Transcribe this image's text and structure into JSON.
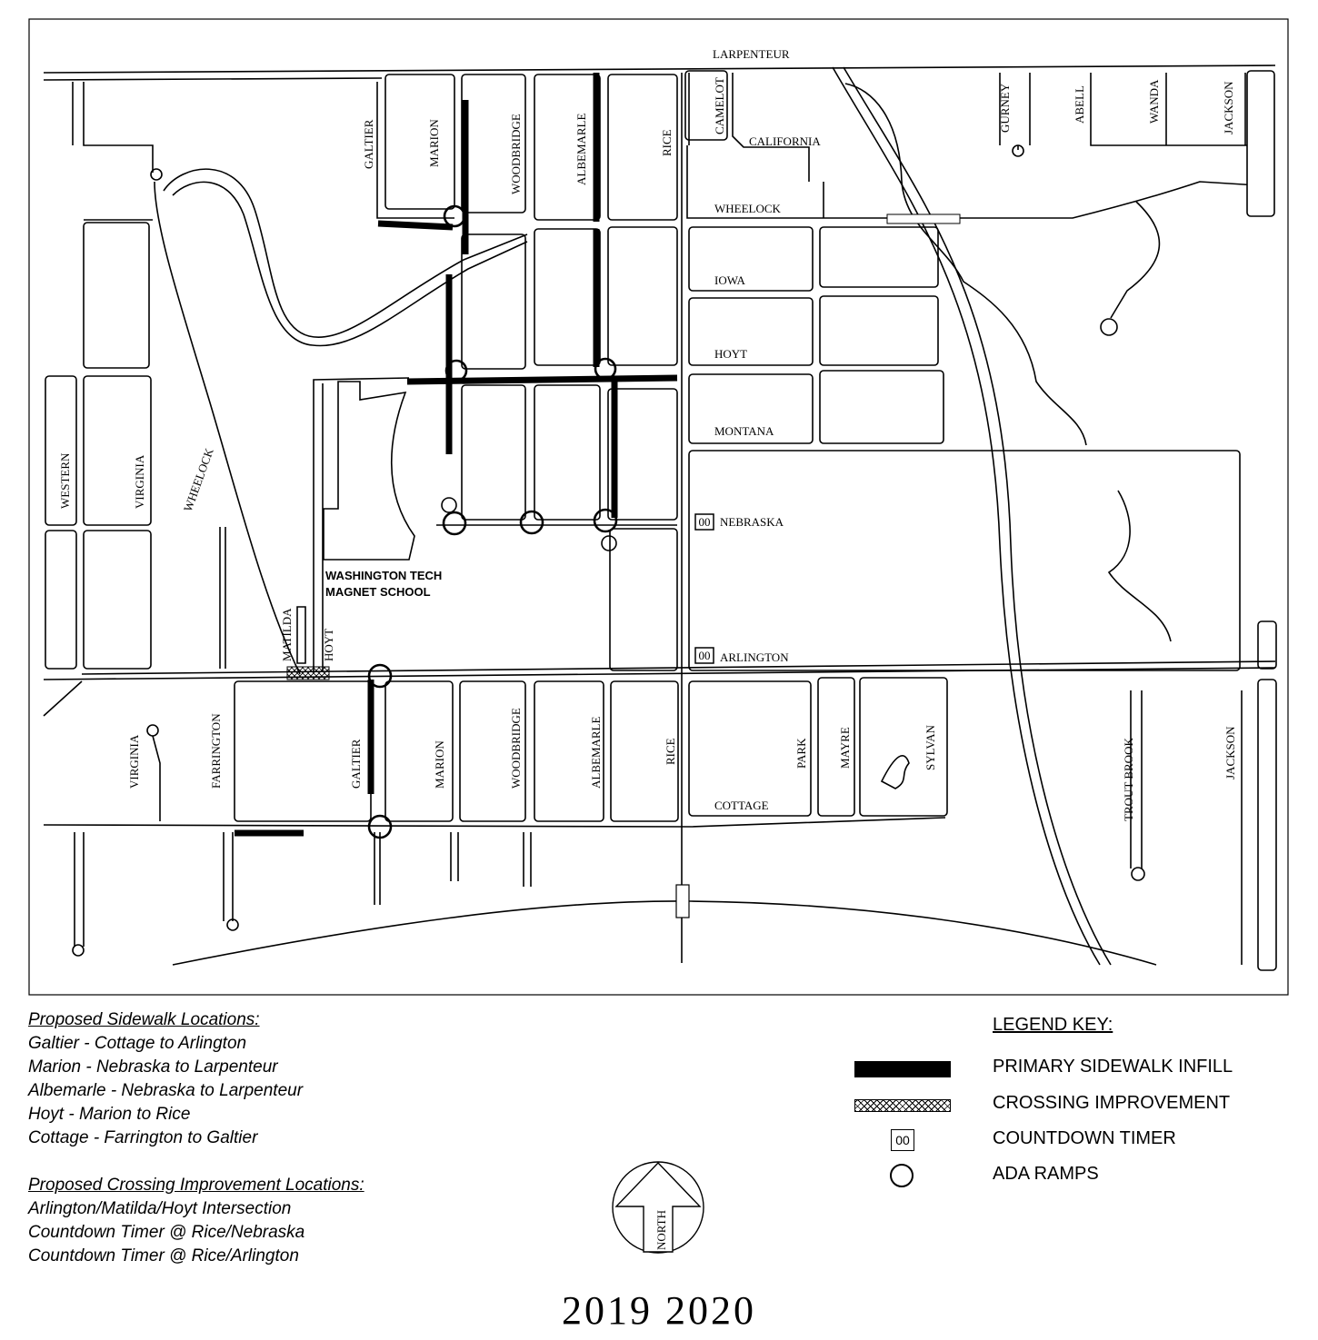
{
  "streets": {
    "larpenteur": "LARPENTEUR",
    "galtier_n": "GALTIER",
    "marion_n": "MARION",
    "woodbridge_n": "WOODBRIDGE",
    "albemarle_n": "ALBEMARLE",
    "rice_n": "RICE",
    "camelot": "CAMELOT",
    "california": "CALIFORNIA",
    "gurney": "GURNEY",
    "abell": "ABELL",
    "wanda": "WANDA",
    "jackson_n": "JACKSON",
    "wheelock_e": "WHEELOCK",
    "iowa": "IOWA",
    "hoyt_e": "HOYT",
    "montana": "MONTANA",
    "nebraska": "NEBRASKA",
    "arlington": "ARLINGTON",
    "western": "WESTERN",
    "virginia_n": "VIRGINIA",
    "wheelock_w": "WHEELOCK",
    "matilda": "MATILDA",
    "hoyt_s": "HOYT",
    "virginia_s": "VIRGINIA",
    "farrington": "FARRINGTON",
    "galtier_s": "GALTIER",
    "marion_s": "MARION",
    "woodbridge_s": "WOODBRIDGE",
    "albemarle_s": "ALBEMARLE",
    "rice_s": "RICE",
    "park": "PARK",
    "mayre": "MAYRE",
    "sylvan": "SYLVAN",
    "cottage": "COTTAGE",
    "trout_brook": "TROUT  BROOK",
    "jackson_s": "JACKSON"
  },
  "school": {
    "line1": "WASHINGTON TECH",
    "line2": "MAGNET SCHOOL"
  },
  "timer_symbol": "00",
  "notes": {
    "sidewalk_header": "Proposed Sidewalk Locations:",
    "sidewalks": [
      "Galtier - Cottage to Arlington",
      "Marion - Nebraska to Larpenteur",
      "Albemarle - Nebraska to Larpenteur",
      "Hoyt - Marion to Rice",
      "Cottage - Farrington to Galtier"
    ],
    "crossing_header": "Proposed Crossing Improvement Locations:",
    "crossings": [
      "Arlington/Matilda/Hoyt Intersection",
      "Countdown Timer @ Rice/Nebraska",
      "Countdown Timer @ Rice/Arlington"
    ]
  },
  "legend": {
    "title": "LEGEND KEY:",
    "items": [
      {
        "label": "PRIMARY SIDEWALK INFILL"
      },
      {
        "label": "CROSSING IMPROVEMENT"
      },
      {
        "label": "COUNTDOWN TIMER"
      },
      {
        "label": "ADA RAMPS"
      }
    ]
  },
  "north_label": "NORTH",
  "year": "2019 2020"
}
